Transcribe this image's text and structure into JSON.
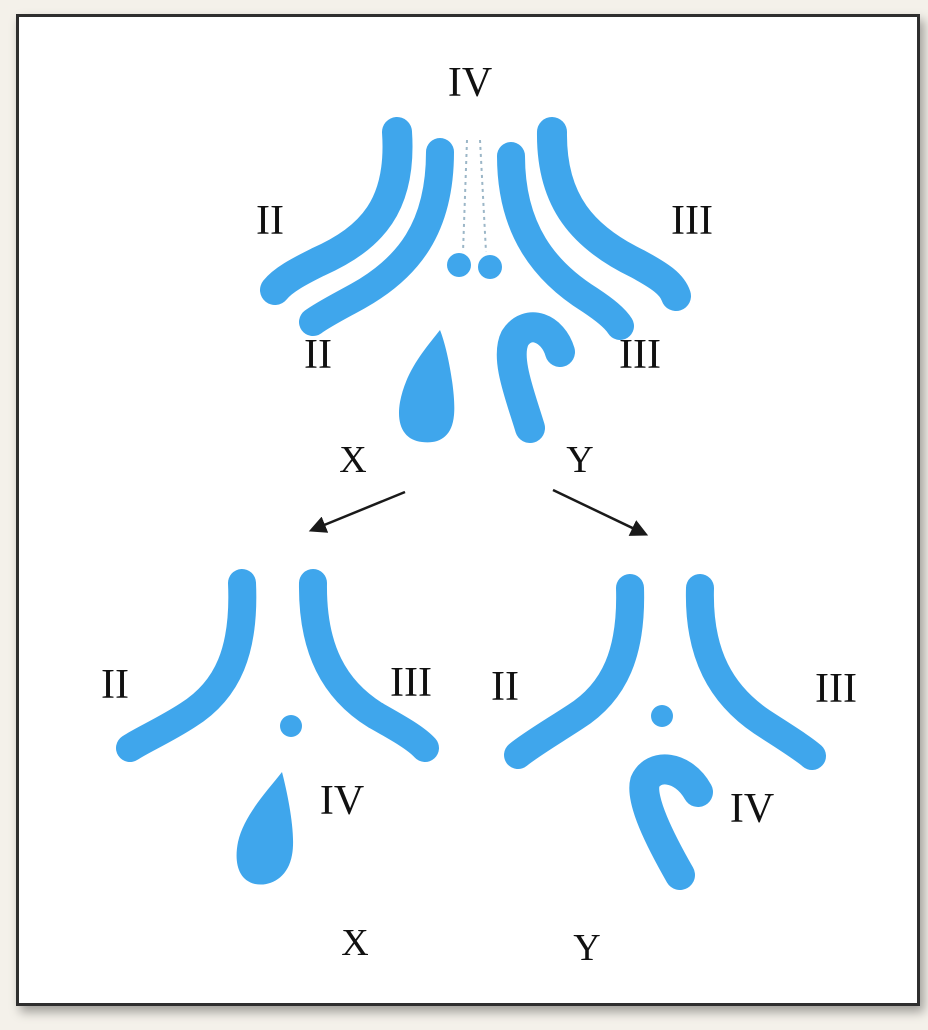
{
  "colors": {
    "chromosome": "#3fa6ec",
    "chromosome_edge": "#2f93db",
    "label": "#111111",
    "arrow": "#1a1a1a",
    "dotted": "#9bb6c7"
  },
  "parent": {
    "labels": {
      "iv_top": "IV",
      "ii_outer": "II",
      "iii_outer": "III",
      "ii_inner": "II",
      "iii_inner": "III",
      "x": "X",
      "y": "Y"
    }
  },
  "daughter_left": {
    "labels": {
      "ii": "II",
      "iii": "III",
      "iv": "IV",
      "x": "X"
    }
  },
  "daughter_right": {
    "labels": {
      "ii": "II",
      "iii": "III",
      "iv": "IV",
      "y": "Y"
    }
  }
}
